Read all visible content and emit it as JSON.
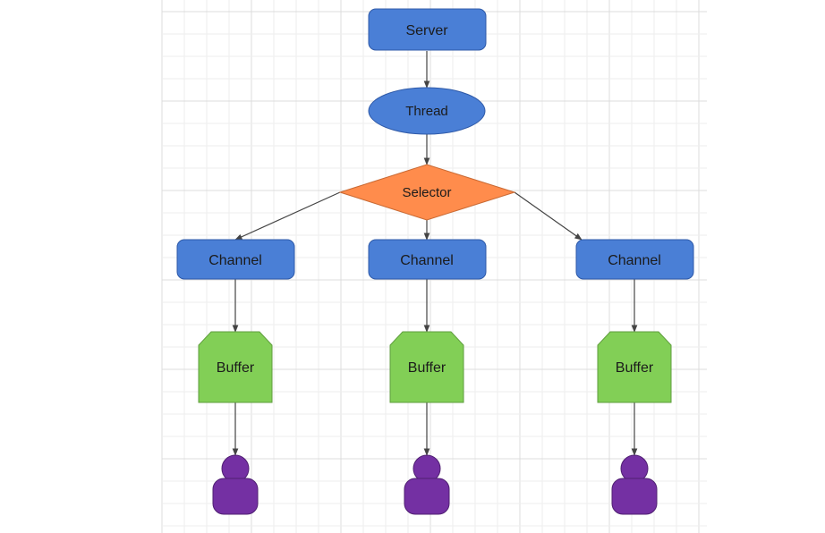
{
  "diagram": {
    "server": {
      "label": "Server"
    },
    "thread": {
      "label": "Thread"
    },
    "selector": {
      "label": "Selector"
    },
    "channels": [
      {
        "label": "Channel"
      },
      {
        "label": "Channel"
      },
      {
        "label": "Channel"
      }
    ],
    "buffers": [
      {
        "label": "Buffer"
      },
      {
        "label": "Buffer"
      },
      {
        "label": "Buffer"
      }
    ],
    "clients": [
      {
        "icon": "person-icon"
      },
      {
        "icon": "person-icon"
      },
      {
        "icon": "person-icon"
      }
    ]
  },
  "colors": {
    "blue": "#4a7fd6",
    "orange": "#ff8c4c",
    "green": "#82cf56",
    "purple": "#7430a3",
    "grid": "#e6e6e6",
    "line": "#444444"
  }
}
